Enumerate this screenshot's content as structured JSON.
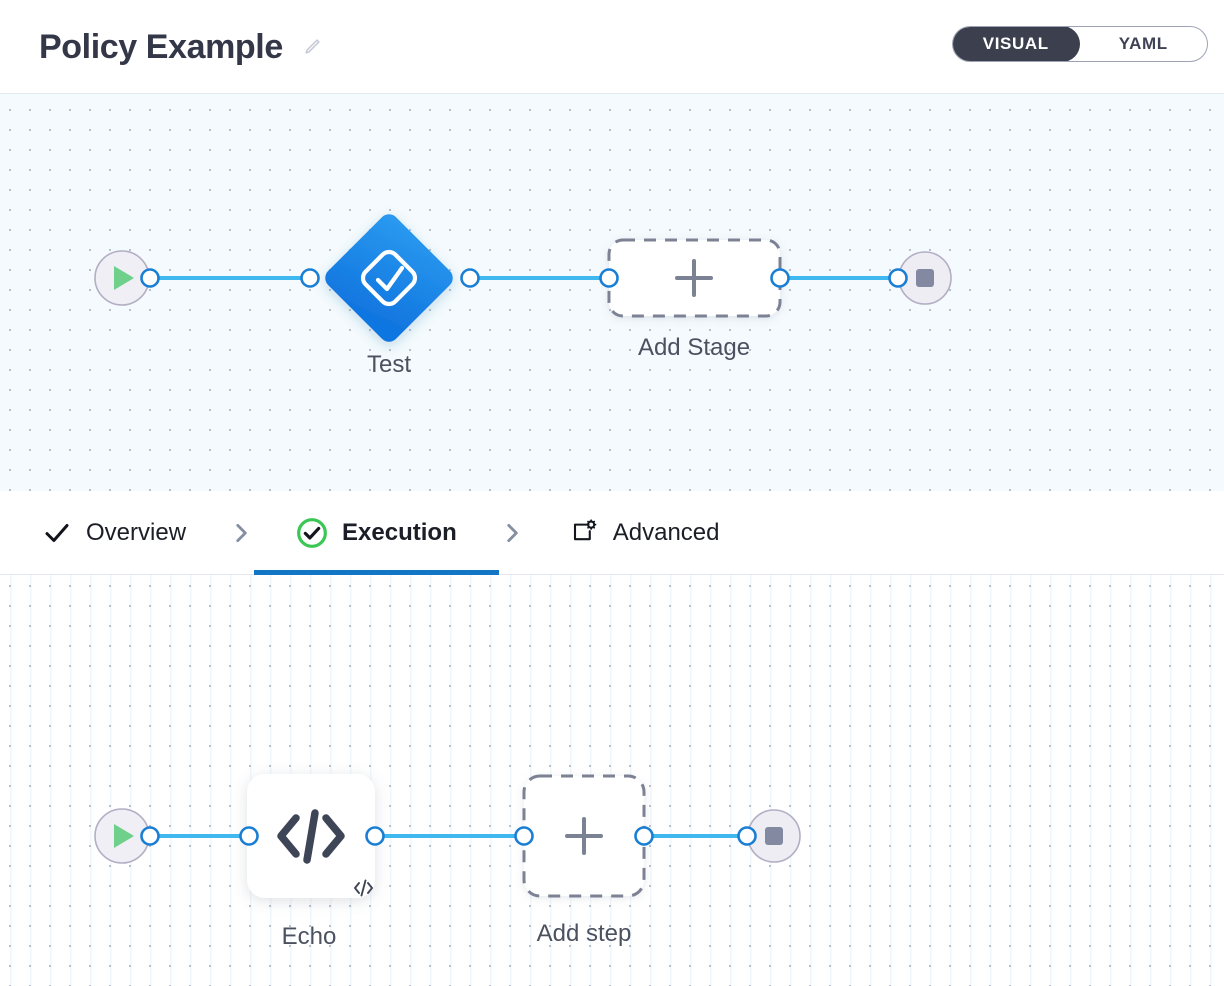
{
  "header": {
    "title": "Policy Example",
    "edit_icon": "pencil-icon",
    "mode_toggle": {
      "active": "VISUAL",
      "options": [
        {
          "label": "VISUAL",
          "active": true
        },
        {
          "label": "YAML",
          "active": false
        }
      ]
    }
  },
  "stage_canvas": {
    "background": "#f4fafd",
    "edge_color": "#3fb8f0",
    "handle_color": "#1a7fd4",
    "nodes": [
      {
        "id": "start",
        "type": "start-node",
        "icon": "play-icon",
        "label": "",
        "icon_color": "#6ed08a",
        "fill": "#f0eff5"
      },
      {
        "id": "test",
        "type": "stage-node",
        "shape": "diamond",
        "icon": "check-square-icon",
        "label": "Test",
        "fill": "#1b8ae8"
      },
      {
        "id": "add-stage",
        "type": "add-node",
        "icon": "plus-icon",
        "label": "Add Stage",
        "fill": "#ffffff",
        "border": "#7b8294"
      },
      {
        "id": "end",
        "type": "end-node",
        "icon": "stop-icon",
        "label": "",
        "icon_color": "#8289a0",
        "fill": "#eeedf4"
      }
    ]
  },
  "tabs": {
    "items": [
      {
        "label": "Overview",
        "icon": "check-icon",
        "active": false
      },
      {
        "label": "Execution",
        "icon": "check-circle-icon",
        "active": true
      },
      {
        "label": "Advanced",
        "icon": "window-gear-icon",
        "active": false
      }
    ],
    "separator_icon": "chevron-right-icon",
    "active_underline_color": "#1275c6",
    "active_icon_color": "#3bc755"
  },
  "step_canvas": {
    "background": "#ffffff",
    "edge_color": "#3fb8f0",
    "handle_color": "#1a7fd4",
    "nodes": [
      {
        "id": "start",
        "type": "start-node",
        "icon": "play-icon",
        "label": "",
        "icon_color": "#6ed08a",
        "fill": "#f0eff5"
      },
      {
        "id": "echo",
        "type": "step-node",
        "icon": "code-icon",
        "badge_icon": "code-badge-icon",
        "label": "Echo",
        "fill": "#ffffff"
      },
      {
        "id": "add-step",
        "type": "add-node",
        "icon": "plus-icon",
        "label": "Add step",
        "fill": "#ffffff",
        "border": "#7b8294"
      },
      {
        "id": "end",
        "type": "end-node",
        "icon": "stop-icon",
        "label": "",
        "icon_color": "#8289a0",
        "fill": "#eeedf4"
      }
    ]
  }
}
